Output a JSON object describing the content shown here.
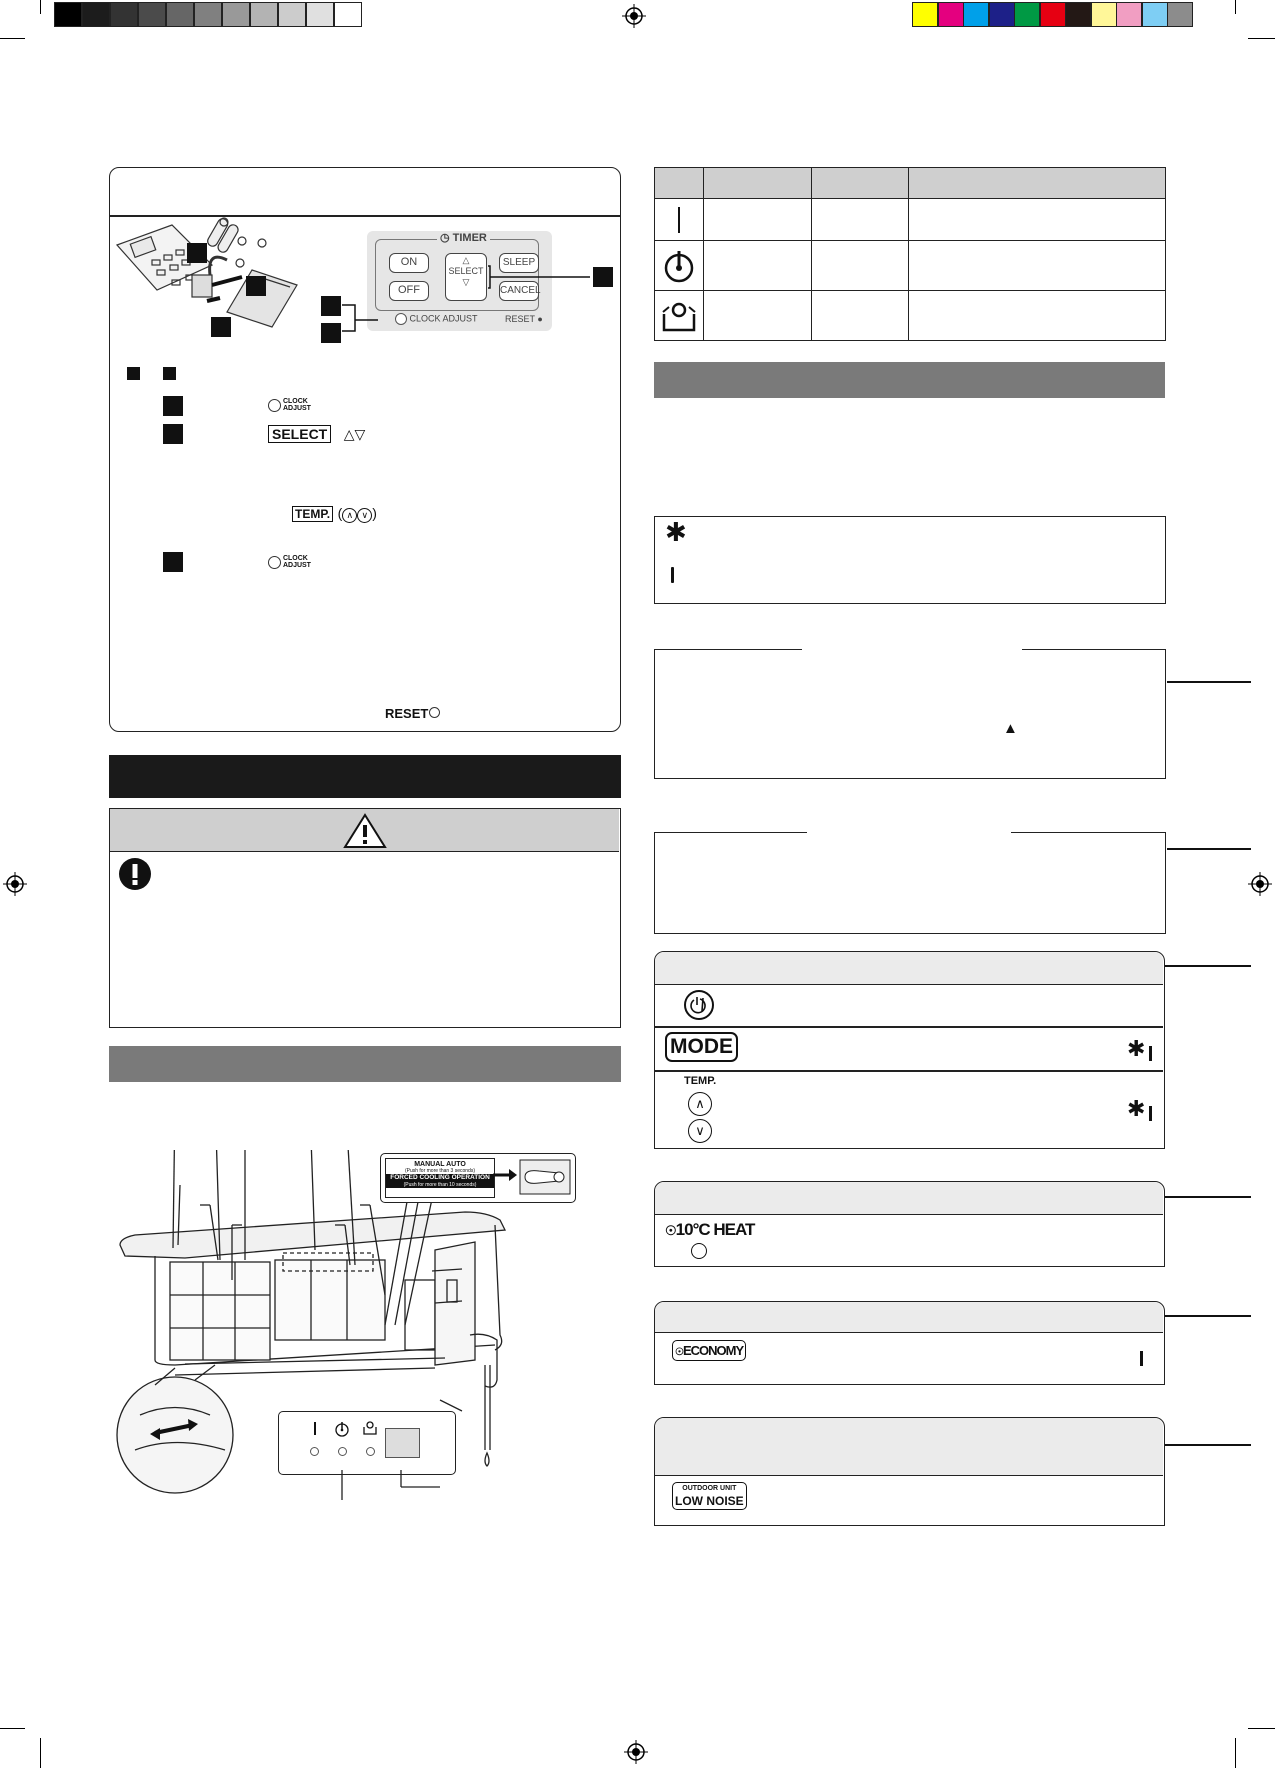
{
  "color_bar": {
    "grays": [
      "#000000",
      "#1c1c1c",
      "#333333",
      "#4b4b4b",
      "#666666",
      "#808080",
      "#999999",
      "#b3b3b3",
      "#cccccc",
      "#e0e0e0",
      "#ffffff"
    ],
    "colors": [
      "#ffff00",
      "#e4007f",
      "#00a0e9",
      "#1d2088",
      "#009944",
      "#e60012",
      "#231815",
      "#fff799",
      "#f19ec2",
      "#7ecef4",
      "#8c8c8c"
    ]
  },
  "remote_panel": {
    "timer_label": "TIMER",
    "on_label": "ON",
    "off_label": "OFF",
    "select_label": "SELECT",
    "sleep_label": "SLEEP",
    "cancel_label": "CANCEL",
    "clock_adjust_label": "CLOCK ADJUST",
    "reset_label": "RESET"
  },
  "steps": {
    "clock_adjust_icon_text": "CLOCK ADJUST",
    "select_key": "SELECT",
    "temp_key": "TEMP.",
    "reset_key": "RESET"
  },
  "unit_figure": {
    "label_manual_auto": "MANUAL AUTO",
    "label_manual_auto_note": "(Push for more than 3 seconds)",
    "label_forced_cooling": "FORCED COOLING OPERATION",
    "label_forced_cooling_note": "(Push for more than 10 seconds)"
  },
  "buttons": {
    "mode_key": "MODE",
    "temp_key": "TEMP.",
    "heat_key": "10°C HEAT",
    "economy_key": "ECONOMY",
    "outdoor_key_line1": "OUTDOOR UNIT",
    "outdoor_key_line2": "LOW NOISE"
  },
  "colors": {
    "dark_bar": "#1a1a1a",
    "gray_bar": "#7a7a7a",
    "light_gray": "#cfcfcf"
  }
}
